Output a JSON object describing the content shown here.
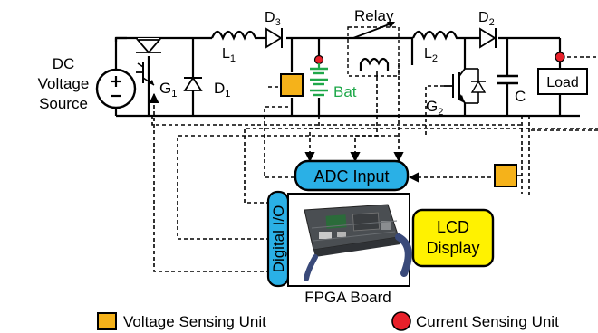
{
  "labels": {
    "dc_source_line1": "DC",
    "dc_source_line2": "Voltage",
    "dc_source_line3": "Source",
    "g1": "G",
    "g1_sub": "1",
    "d1": "D",
    "d1_sub": "1",
    "l1": "L",
    "l1_sub": "1",
    "d3": "D",
    "d3_sub": "3",
    "relay": "Relay",
    "bat": "Bat",
    "l2": "L",
    "l2_sub": "2",
    "d2": "D",
    "d2_sub": "2",
    "g2": "G",
    "g2_sub": "2",
    "c": "C",
    "load": "Load",
    "adc_input": "ADC Input",
    "digital_io": "Digital I/O",
    "lcd_line1": "LCD",
    "lcd_line2": "Display",
    "fpga_board": "FPGA Board"
  },
  "legend": {
    "voltage_unit": "Voltage Sensing Unit",
    "current_unit": "Current Sensing Unit"
  },
  "colors": {
    "voltage_sensor": "#f5b21a",
    "current_sensor": "#e8202a",
    "adc_fill": "#2ab0e6",
    "lcd_fill": "#fff200",
    "battery": "#1fa84a"
  }
}
